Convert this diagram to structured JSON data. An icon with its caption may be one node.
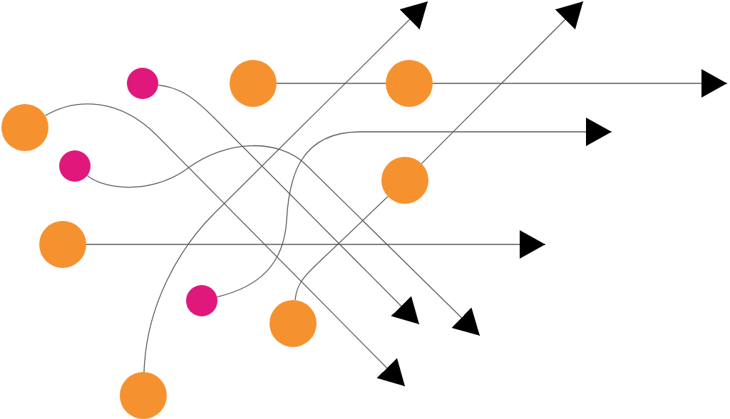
{
  "diagram": {
    "nodes": [
      {
        "text": [],
        "shape": "circle"
      },
      {
        "text": [],
        "shape": "circle"
      },
      {
        "text": [],
        "shape": "circle"
      },
      {
        "text": [],
        "shape": "circle"
      },
      {
        "text": [],
        "shape": "circle"
      },
      {
        "text": [],
        "shape": "circle"
      },
      {
        "text": [],
        "shape": "circle"
      },
      {
        "text": [],
        "shape": "circle"
      },
      {
        "text": [],
        "shape": "circle"
      },
      {
        "text": [],
        "shape": "circle"
      }
    ],
    "edges": [
      {
        "from": 0,
        "to": null,
        "arrow": "to"
      },
      {
        "from": 1,
        "to": 2,
        "arrow": "none"
      },
      {
        "from": 2,
        "to": null,
        "arrow": "to"
      },
      {
        "from": 3,
        "to": null,
        "arrow": "to"
      },
      {
        "from": 4,
        "to": null,
        "arrow": "to"
      },
      {
        "from": 5,
        "to": null,
        "arrow": "to"
      },
      {
        "from": 6,
        "to": null,
        "arrow": "to"
      },
      {
        "from": 7,
        "to": null,
        "arrow": "to"
      },
      {
        "from": 8,
        "to": 5,
        "arrow": "none"
      },
      {
        "from": 9,
        "to": null,
        "arrow": "to"
      }
    ]
  }
}
